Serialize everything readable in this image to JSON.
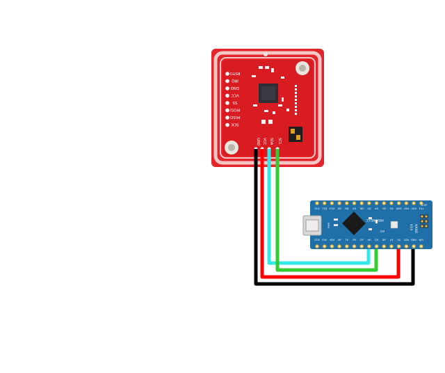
{
  "pn532": {
    "side_pins": [
      "RSTO",
      "IRQ",
      "GND",
      "VCC",
      "SS",
      "MOSI",
      "MISO",
      "SCK"
    ],
    "bottom_pins": [
      "GND",
      "VCC",
      "SDA",
      "SCL"
    ]
  },
  "nano": {
    "top_pins": [
      "D12",
      "D11",
      "D10",
      "D9",
      "D8",
      "D7",
      "D6",
      "D5",
      "D4",
      "D3",
      "D2",
      "GND",
      "RST",
      "RX0",
      "TX1"
    ],
    "bottom_pins": [
      "D13",
      "3V3",
      "REF",
      "A0",
      "A1",
      "A2",
      "A3",
      "A4",
      "A5",
      "A6",
      "A7",
      "5V",
      "RST",
      "GND",
      "VIN"
    ],
    "brand": "ARDUINO.CC",
    "name": "NANO",
    "version": "V3.0",
    "reset_label": "RST",
    "icsp_label": "ICSP",
    "power_led": "PWR"
  },
  "wires": [
    {
      "name": "gnd-wire",
      "color": "#000000",
      "from": "GND",
      "to": "GND"
    },
    {
      "name": "vcc-wire",
      "color": "#ff0000",
      "from": "VCC",
      "to": "5V"
    },
    {
      "name": "sda-wire",
      "color": "#33e8e8",
      "from": "SDA",
      "to": "A4"
    },
    {
      "name": "scl-wire",
      "color": "#33cc33",
      "from": "SCL",
      "to": "A5"
    }
  ],
  "colors": {
    "pn532_board": "#e3242b",
    "pn532_antenna": "#f7c9c9",
    "nano_board": "#1f6fa8",
    "nano_pad": "#e8c15a"
  }
}
